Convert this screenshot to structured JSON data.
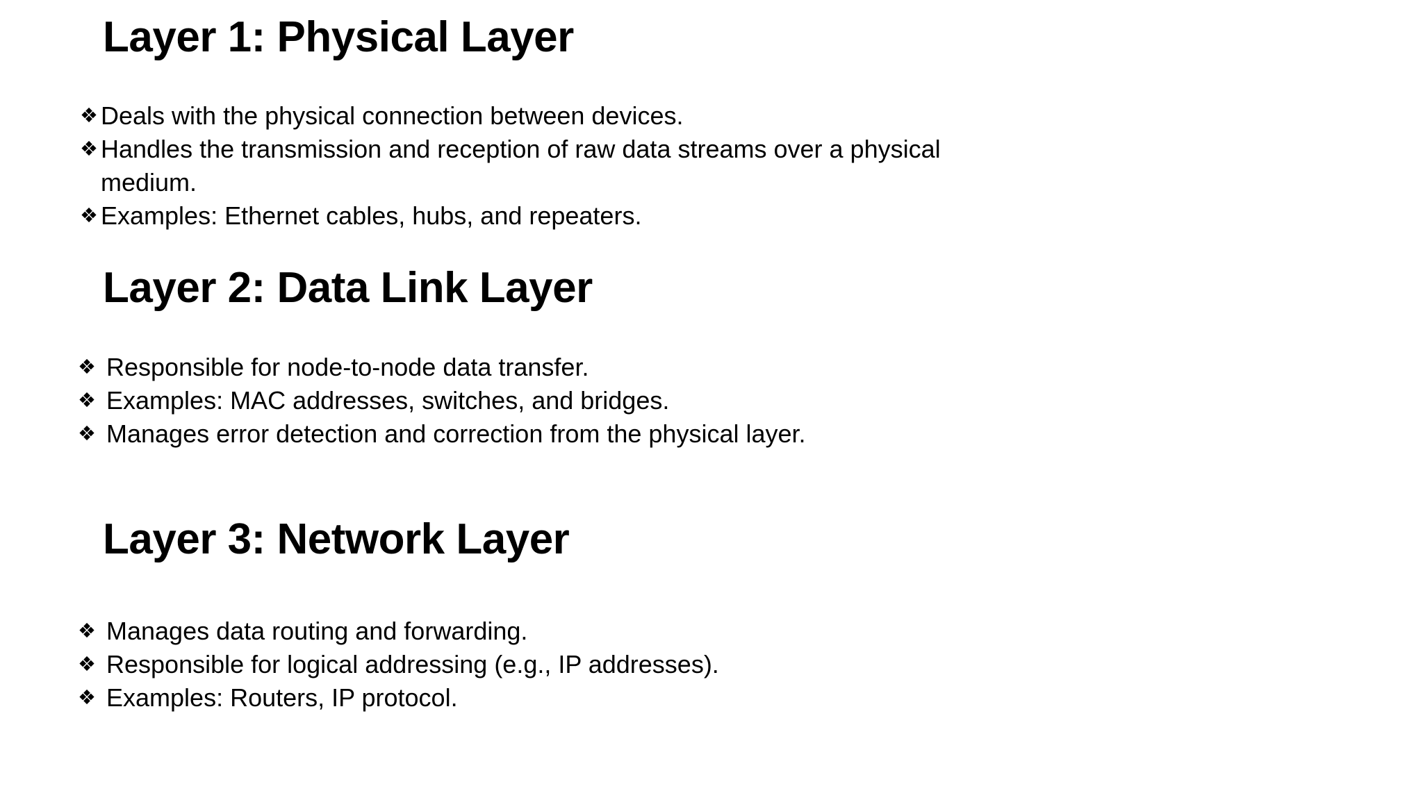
{
  "slide": {
    "background_color": "#ffffff",
    "text_color": "#000000",
    "bullet_glyph": "❖",
    "bullet_glyph_name": "diamond-bullet-icon"
  },
  "sections": [
    {
      "id": "layer1",
      "heading": "Layer 1: Physical Layer",
      "bullets": [
        "Deals with the physical connection between devices.",
        "Handles the transmission and reception of raw data streams over a physical medium.",
        "Examples: Ethernet cables, hubs, and repeaters."
      ]
    },
    {
      "id": "layer2",
      "heading": "Layer 2: Data Link Layer",
      "bullets": [
        "Responsible for node-to-node data transfer.",
        "Examples: MAC addresses, switches, and bridges.",
        "Manages error detection and correction from the physical layer."
      ]
    },
    {
      "id": "layer3",
      "heading": "Layer 3: Network Layer",
      "bullets": [
        "Manages data routing and forwarding.",
        "Responsible for logical addressing (e.g., IP addresses).",
        "Examples: Routers, IP protocol."
      ]
    }
  ]
}
